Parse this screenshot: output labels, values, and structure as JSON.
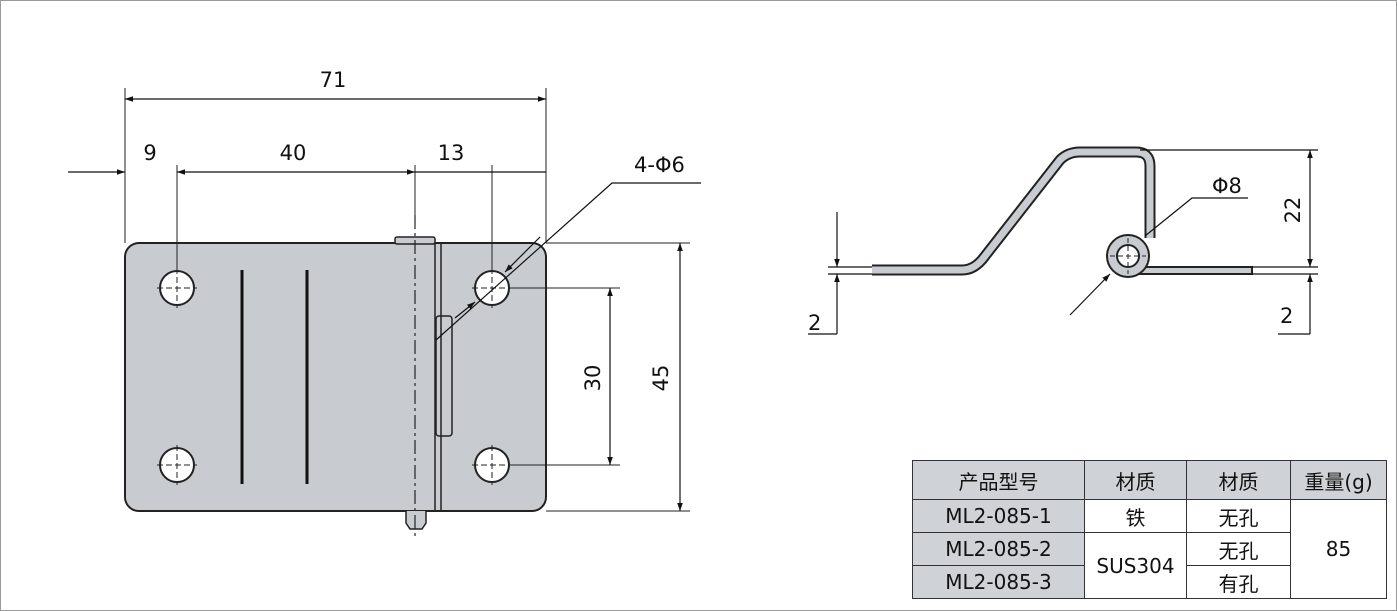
{
  "front_view": {
    "dimensions": {
      "overall_width": "71",
      "left_offset": "9",
      "hole_spacing": "40",
      "right_offset": "13",
      "hole_vertical_spacing": "30",
      "overall_height": "45",
      "hole_spec": "4-Φ6"
    }
  },
  "side_view": {
    "dimensions": {
      "pin_diameter": "Φ8",
      "height": "22",
      "left_thickness": "2",
      "right_thickness": "2"
    }
  },
  "spec_table": {
    "headers": [
      "产品型号",
      "材质",
      "材质",
      "重量(g)"
    ],
    "rows": [
      {
        "model": "ML2-085-1",
        "material": "铁",
        "hole": "无孔"
      },
      {
        "model": "ML2-085-2",
        "material": "SUS304",
        "hole": "无孔"
      },
      {
        "model": "ML2-085-3",
        "material": "SUS304",
        "hole": "有孔"
      }
    ],
    "weight": "85"
  },
  "colors": {
    "part_fill": "#c8ccd1",
    "line": "#222222",
    "table_header": "#cfd3d8"
  }
}
